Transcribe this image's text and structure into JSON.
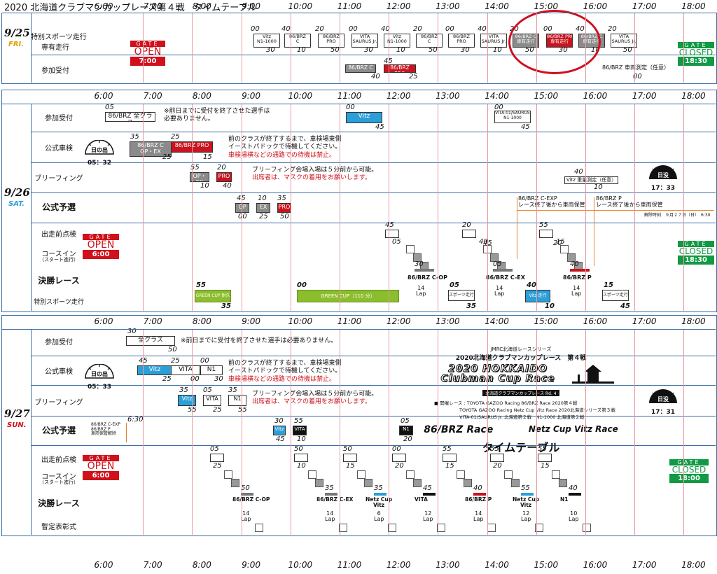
{
  "title": "2020 北海道クラブマンカップレース第４戦　タイムテーブル",
  "hours": [
    "6:00",
    "7:00",
    "8:00",
    "9:00",
    "10:00",
    "11:00",
    "12:00",
    "13:00",
    "14:00",
    "15:00",
    "16:00",
    "17:00",
    "18:00"
  ],
  "day1": {
    "date": "9/25",
    "dow": "FRI.",
    "rows": [
      "特別スポーツ走行\n専有走行",
      "参加受付"
    ],
    "gate_open": {
      "word": "GATE",
      "main": "OPEN",
      "time": "7:00"
    },
    "gate_closed": {
      "word": "GATE",
      "main": "CLOSED",
      "time": "18:30"
    },
    "sessions": [
      {
        "s": "00",
        "label": "Vitz\nN1-1000",
        "e": "30"
      },
      {
        "s": "40",
        "label": "86/BRZ\nC",
        "e": "10"
      },
      {
        "s": "20",
        "label": "86/BRZ\nPRO",
        "e": "50"
      },
      {
        "s": "00",
        "label": "VITA\nSAURUS Jr.",
        "e": "30"
      },
      {
        "s": "40",
        "label": "Vitz\nN1-1000",
        "e": "10"
      },
      {
        "s": "20",
        "label": "86/BRZ\nC",
        "e": "50"
      },
      {
        "s": "00",
        "label": "86/BRZ\nPRO",
        "e": "30"
      },
      {
        "s": "40",
        "label": "VITA\nSAURUS Jr.",
        "e": "10"
      },
      {
        "s": "20",
        "label": "86/BRZ C\n専有走行",
        "e": "50"
      },
      {
        "s": "00",
        "label": "86/BRZ PRO\n専有走行",
        "e": "30"
      },
      {
        "s": "40",
        "label": "86/BRZ C\n専有走行",
        "e": "10"
      },
      {
        "s": "20",
        "label": "VITA\nSAURUS Jr.",
        "e": "50"
      }
    ],
    "reception": [
      {
        "label": "86/BRZ C",
        "e": "40"
      },
      {
        "s": "45",
        "label": "86/BRZ PRO",
        "e": "25"
      },
      {
        "label": "86/BRZ 車両測定（任意）",
        "e": "00"
      }
    ]
  },
  "day2": {
    "date": "9/26",
    "dow": "SAT.",
    "rows": [
      "参加受付",
      "公式車検",
      "ブリーフィング",
      "公式予選",
      "出走前点検",
      "コースイン",
      "（スタート進行）",
      "決勝レース",
      "特別スポーツ走行"
    ],
    "reception": [
      {
        "s": "05",
        "label": "86/BRZ 全クラス"
      },
      {
        "s": "00",
        "label": "Vitz",
        "e": "45"
      },
      {
        "s": "00",
        "label": "VITA-01/SAURUS Jr.\nN1-1000",
        "e": "45"
      }
    ],
    "reception_note": "※前日までに受付を終了させた選手は\n必要ありません。",
    "inspection": [
      {
        "s": "35",
        "label": "86/BRZ C\nOP・EX",
        "e": "25"
      },
      {
        "s": "25",
        "label": "86/BRZ PRO",
        "e": "15"
      }
    ],
    "inspection_note1": "前のクラスが終了するまで、車検場東側",
    "inspection_note2": "イーストパドックで待機してください。",
    "inspection_note3": "車検場横などの通路での待機は禁止。",
    "sunrise": {
      "label": "日の出",
      "time": "05：32"
    },
    "sunset": {
      "label": "日没",
      "time": "17：33"
    },
    "briefing": [
      {
        "s": "55",
        "label": "OP・EX",
        "e": "10"
      },
      {
        "s": "20",
        "label": "PRO",
        "e": "40"
      },
      {
        "s": "40",
        "label": "Vitz 重量測定（任意）",
        "e": "10"
      }
    ],
    "briefing_note1": "ブリーフィング会場入場は５分前から可能。",
    "briefing_note2": "出席者は、マスクの着用をお願いします。",
    "quali": [
      {
        "s": "45",
        "label": "OP",
        "e": "00"
      },
      {
        "s": "10",
        "label": "EX",
        "e": "25"
      },
      {
        "s": "35",
        "label": "PRO",
        "e": "50"
      }
    ],
    "parc1": "86/BRZ C-EXP\nレース終了後から車両保管",
    "parc2": "86/BRZ P\nレース終了後から車両保管",
    "parc3": "解除時刻　９月２７日（日）　6:30",
    "gate_open": {
      "word": "GATE",
      "main": "OPEN",
      "time": "6:00"
    },
    "gate_closed": {
      "word": "GATE",
      "main": "CLOSED",
      "time": "18:30"
    },
    "races": [
      {
        "a": "45",
        "b": "05",
        "c": "30",
        "name": "86/BRZ C-OP",
        "lap": "14\nLap"
      },
      {
        "a": "20",
        "b": "40",
        "c": "45",
        "d": "05",
        "name": "86/BRZ C-EX",
        "lap": "14\nLap"
      },
      {
        "a": "55",
        "b": "15",
        "c": "20",
        "d": "40",
        "name": "86/BRZ P",
        "lap": "14\nLap"
      }
    ],
    "sport": [
      {
        "s": "55",
        "label": "GREEN CUP 耐久走行",
        "e": "35"
      },
      {
        "s": "00",
        "label": "GREEN CUP（110 分）"
      },
      {
        "s": "05",
        "label": "スポーツ走行",
        "e": "35"
      },
      {
        "s": "40",
        "label": "Vitz 走行",
        "e": "10"
      },
      {
        "s": "15",
        "label": "スポーツ走行",
        "e": "45"
      }
    ]
  },
  "day3": {
    "date": "9/27",
    "dow": "SUN.",
    "rows": [
      "参加受付",
      "公式車検",
      "ブリーフィング",
      "公式予選",
      "出走前点検",
      "コースイン",
      "（スタート進行）",
      "決勝レース",
      "暫定表彰式"
    ],
    "reception": {
      "s": "30",
      "label": "全クラス",
      "e": "50"
    },
    "reception_note": "※前日までに受付を終了させた選手は必要ありません。",
    "inspection": [
      {
        "s": "45",
        "label": "Vitz",
        "e": "25"
      },
      {
        "s": "25",
        "label": "VITA",
        "e": "00"
      },
      {
        "s": "00",
        "label": "N1",
        "e": "30"
      }
    ],
    "sunrise": {
      "label": "日の出",
      "time": "05：33"
    },
    "sunset": {
      "label": "日没",
      "time": "17：31"
    },
    "briefing": [
      {
        "s": "35",
        "label": "Vitz",
        "e": "55"
      },
      {
        "s": "05",
        "label": "VITA",
        "e": "25"
      },
      {
        "s": "35",
        "label": "N1",
        "e": "55"
      }
    ],
    "quali": [
      {
        "t": "6:30",
        "label": "86/BRZ C-EXP\n86/BRZ P\n車両保管解除"
      },
      {
        "s": "30",
        "label": "Vitz",
        "e": "45"
      },
      {
        "s": "55",
        "label": "VITA",
        "e": "10"
      },
      {
        "s": "05",
        "label": "N1",
        "e": "20"
      }
    ],
    "gate_open": {
      "word": "GATE",
      "main": "OPEN",
      "time": "6:00"
    },
    "gate_closed": {
      "word": "GATE",
      "main": "CLOSED",
      "time": "18:00"
    },
    "races": [
      {
        "name": "86/BRZ C-OP",
        "lap": "14\nLap"
      },
      {
        "name": "86/BRZ C-EX",
        "lap": "14\nLap"
      },
      {
        "name": "Netz Cup\nVitz",
        "lap": "6\nLap"
      },
      {
        "name": "VITA",
        "lap": "12\nLap"
      },
      {
        "name": "86/BRZ P",
        "lap": "14\nLap"
      },
      {
        "name": "Netz Cup\nVitz",
        "lap": "12\nLap"
      },
      {
        "name": "N1",
        "lap": "10\nLap"
      }
    ],
    "logo": {
      "series": "JMRC北海道レースシリーズ",
      "event": "2020北海道クラブマンカップレース　第４戦",
      "mark": "2020 HOKKAIDO Clubman Cup Race",
      "badge": "北海道クラブマンカップレース Rd. 4",
      "info1": "■ 開催レース : TOYOTA GAZOO Racing 86/BRZ Race 2020第４戦",
      "info2": "TOYOTA GAZOO Racing Netz Cup Vitz Race 2020北海道シリーズ第３戦",
      "info3": "VITA-01/SAURUS Jr. 北海道第２戦　N1-1000 北海道第２戦",
      "brand1": "86/BRZ Race",
      "brand2": "Netz Cup Vitz Race",
      "subtitle": "タイムテーブル"
    }
  },
  "colors": {
    "frame": "#3a6ea5",
    "red": "#c8141e",
    "blue": "#2d9fd8",
    "green": "#8cbd2d",
    "gate_green": "#119944"
  }
}
